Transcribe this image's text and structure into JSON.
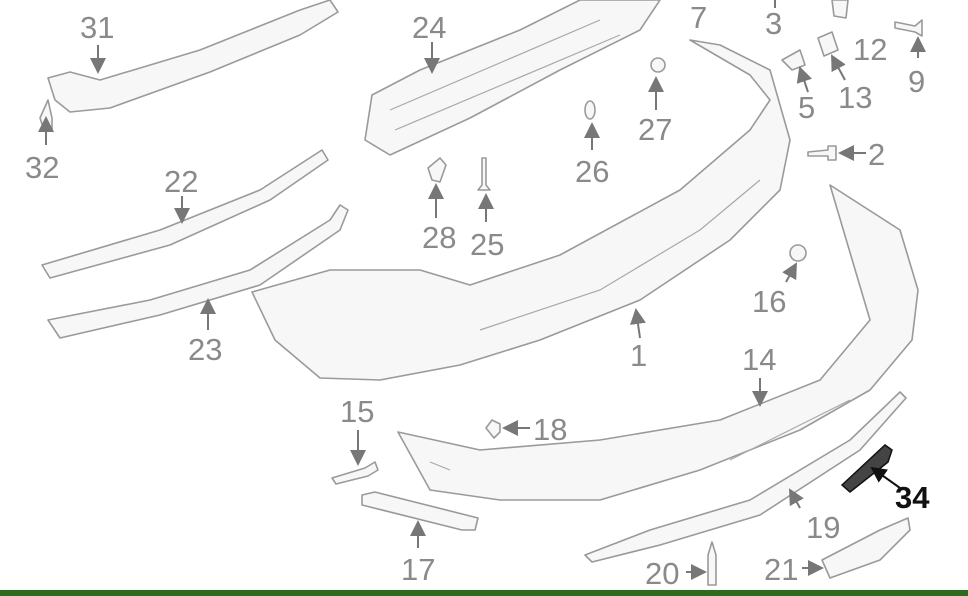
{
  "diagram": {
    "labels": {
      "p31": "31",
      "p24": "24",
      "p7": "7",
      "p3": "3",
      "p12": "12",
      "p9": "9",
      "p32": "32",
      "p22": "22",
      "p27": "27",
      "p5": "5",
      "p13": "13",
      "p2": "2",
      "p26": "26",
      "p28": "28",
      "p25": "25",
      "p23": "23",
      "p1": "1",
      "p16": "16",
      "p14": "14",
      "p15": "15",
      "p18": "18",
      "p34": "34",
      "p19": "19",
      "p17": "17",
      "p20": "20",
      "p21": "21"
    },
    "highlighted_part": "34"
  },
  "colors": {
    "line": "#9a9a9a",
    "label": "#8a8a8a",
    "highlight": "#111111",
    "footer_bar": "#2e6b1e"
  }
}
